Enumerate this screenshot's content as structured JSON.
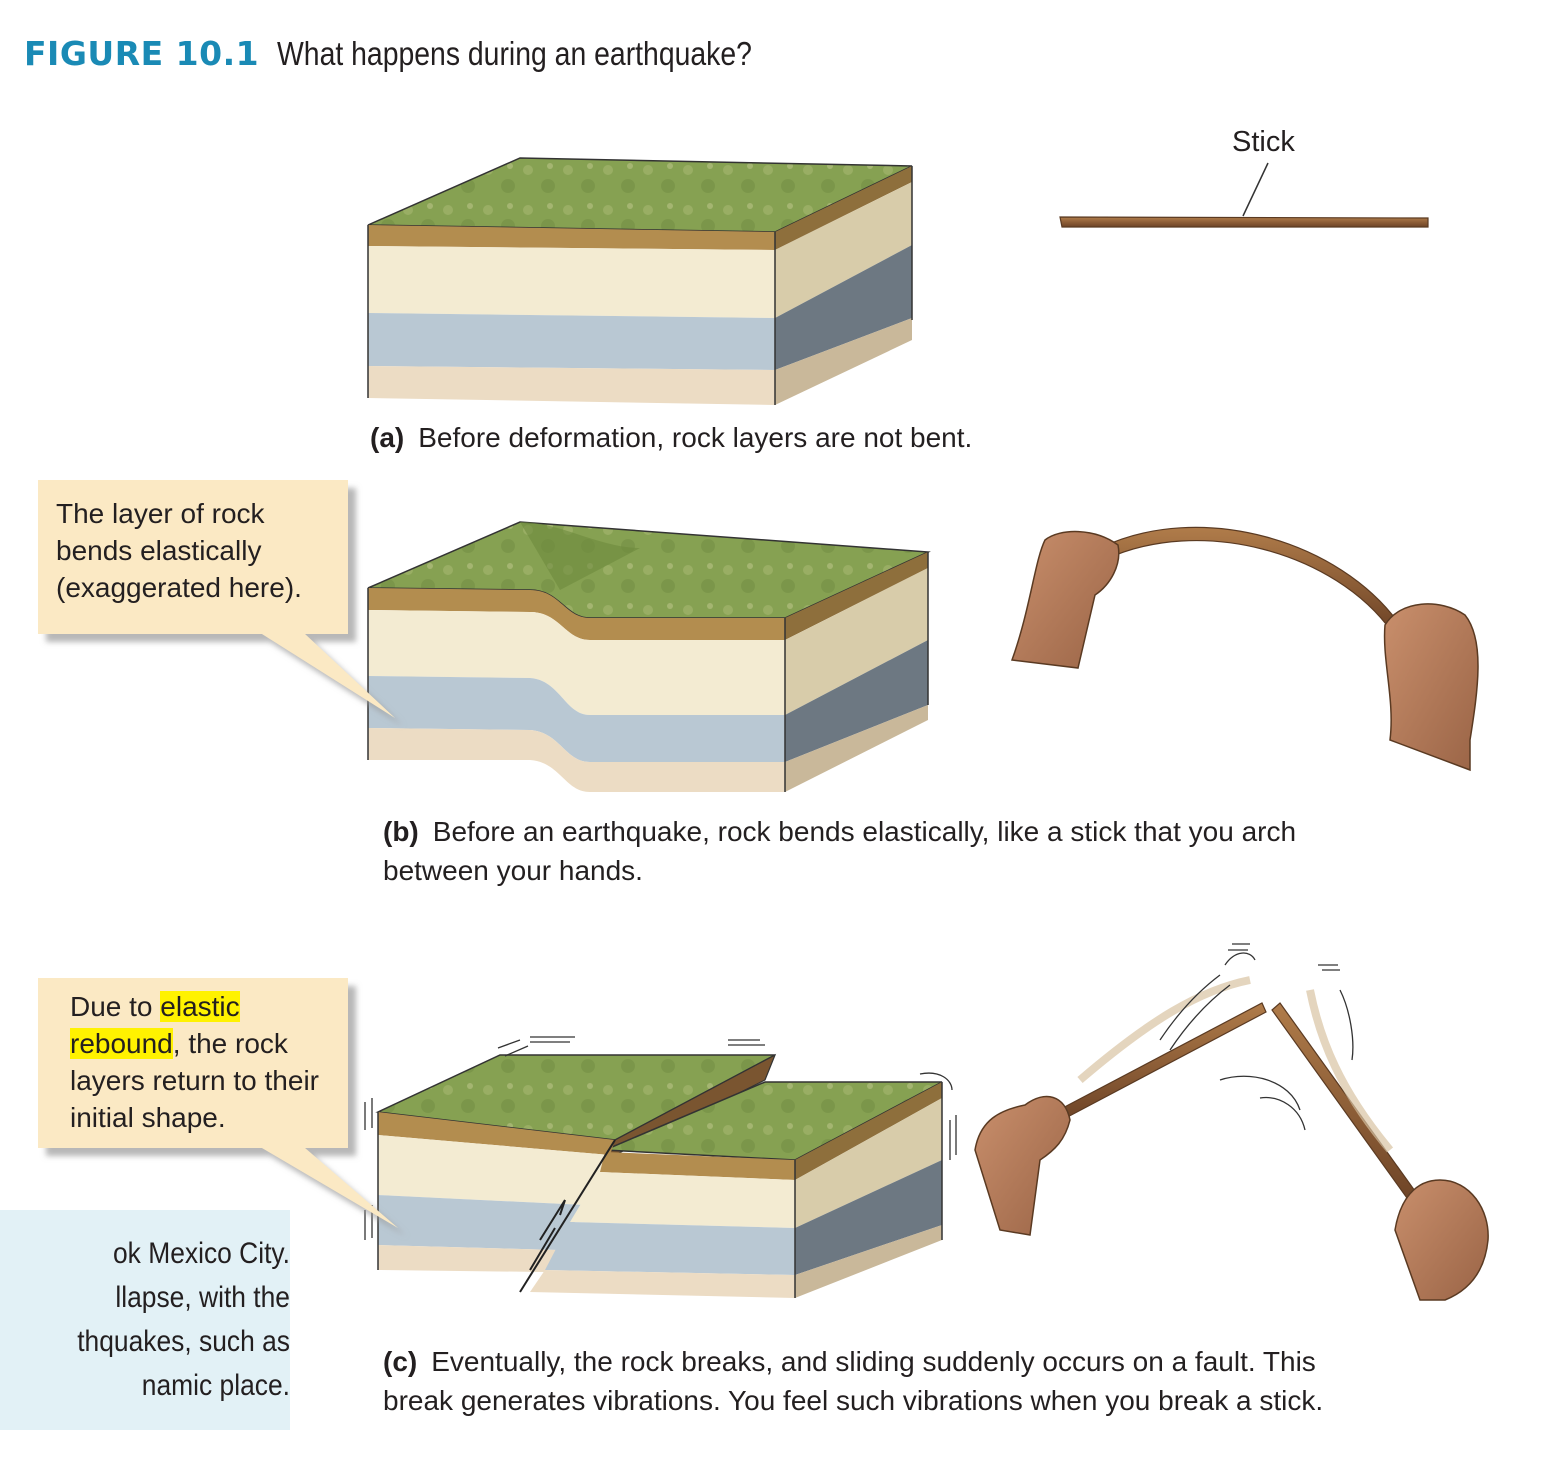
{
  "figure": {
    "number": "FIGURE 10.1",
    "title": "What happens during an earthquake?"
  },
  "panel_a": {
    "stick_label": "Stick",
    "caption_tag": "(a)",
    "caption_text": "Before deformation, rock layers are not bent."
  },
  "panel_b": {
    "callout": "The layer of rock bends elastically (exaggerated here).",
    "caption_tag": "(b)",
    "caption_line1": "Before an earthquake, rock bends elastically, like a stick that you arch",
    "caption_line2": "between your hands."
  },
  "panel_c": {
    "callout_pre": "Due to ",
    "callout_highlight": "elastic rebound",
    "callout_post": ", the rock layers return to their initial shape.",
    "caption_tag": "(c)",
    "caption_line1": "Eventually, the rock breaks, and sliding suddenly occurs on a fault. This",
    "caption_line2": "break generates vibrations. You feel such vibrations when you break a stick."
  },
  "sidebar": {
    "lines": [
      "ok Mexico City.",
      "llapse, with the",
      "thquakes, such as",
      "namic place."
    ]
  },
  "colors": {
    "figure_number": "#1a8ab5",
    "callout_fill": "#fbe9c4",
    "sidebar_fill": "#e2f1f6",
    "highlight": "#fff200",
    "grass": "#7f9a4e",
    "soil": "#b38d4f",
    "sand": "#f3ebd2",
    "gray_rock": "#b5c4cf",
    "stick": "#8a5a34"
  }
}
